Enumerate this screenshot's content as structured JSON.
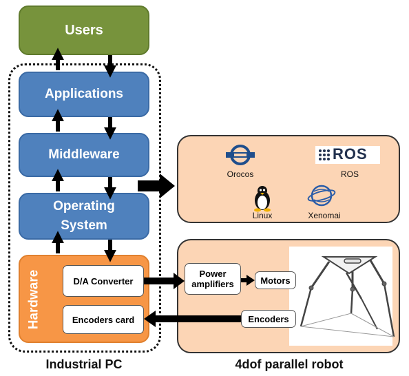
{
  "layers": {
    "users": "Users",
    "applications": "Applications",
    "middleware": "Middleware",
    "os_line1": "Operating",
    "os_line2": "System",
    "hardware": "Hardware"
  },
  "hardware_items": {
    "da_converter": "D/A Converter",
    "encoders_card": "Encoders card"
  },
  "software_panel": {
    "orocos": "Orocos",
    "ros_logo": "ROS",
    "ros": "ROS",
    "linux": "Linux",
    "xenomai": "Xenomai"
  },
  "robot_panel": {
    "power_line1": "Power",
    "power_line2": "amplifiers",
    "motors": "Motors",
    "encoders": "Encoders"
  },
  "captions": {
    "industrial_pc": "Industrial PC",
    "robot": "4dof parallel robot"
  },
  "colors": {
    "users": "#77933c",
    "layer_blue": "#4f81bd",
    "hardware": "#f79646",
    "panel": "#fcd5b5"
  }
}
